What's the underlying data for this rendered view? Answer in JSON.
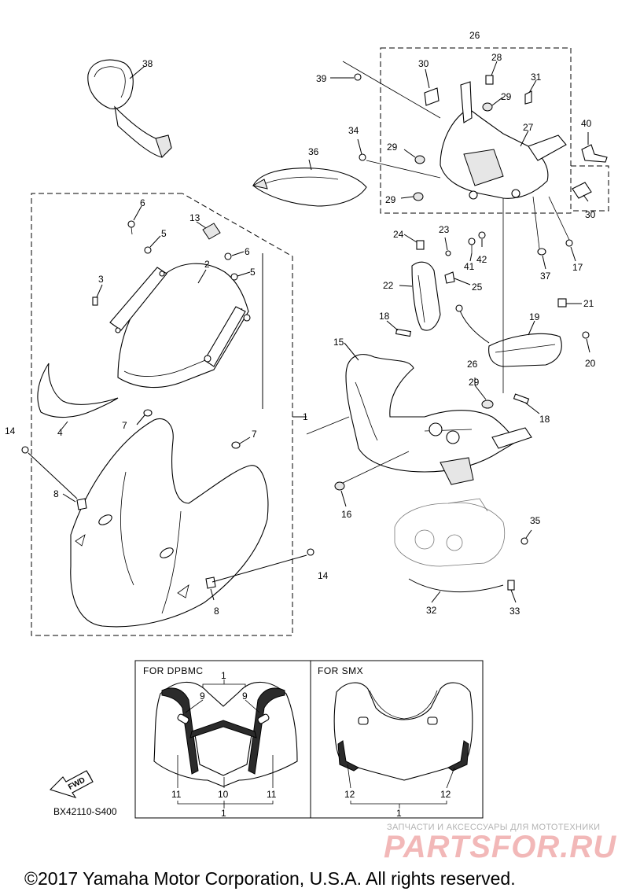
{
  "callouts": [
    {
      "id": "c38",
      "label": "38"
    },
    {
      "id": "c39",
      "label": "39"
    },
    {
      "id": "c30a",
      "label": "30"
    },
    {
      "id": "c28",
      "label": "28"
    },
    {
      "id": "c26a",
      "label": "26"
    },
    {
      "id": "c31",
      "label": "31"
    },
    {
      "id": "c29a",
      "label": "29"
    },
    {
      "id": "c27",
      "label": "27"
    },
    {
      "id": "c40",
      "label": "40"
    },
    {
      "id": "c34",
      "label": "34"
    },
    {
      "id": "c29b",
      "label": "29"
    },
    {
      "id": "c36",
      "label": "36"
    },
    {
      "id": "c29c",
      "label": "29"
    },
    {
      "id": "c30b",
      "label": "30"
    },
    {
      "id": "c6a",
      "label": "6"
    },
    {
      "id": "c13",
      "label": "13"
    },
    {
      "id": "c5a",
      "label": "5"
    },
    {
      "id": "c24",
      "label": "24"
    },
    {
      "id": "c23",
      "label": "23"
    },
    {
      "id": "c41",
      "label": "41"
    },
    {
      "id": "c42",
      "label": "42"
    },
    {
      "id": "c37",
      "label": "37"
    },
    {
      "id": "c17",
      "label": "17"
    },
    {
      "id": "c6b",
      "label": "6"
    },
    {
      "id": "c2",
      "label": "2"
    },
    {
      "id": "c5b",
      "label": "5"
    },
    {
      "id": "c3",
      "label": "3"
    },
    {
      "id": "c22",
      "label": "22"
    },
    {
      "id": "c25",
      "label": "25"
    },
    {
      "id": "c21",
      "label": "21"
    },
    {
      "id": "c18a",
      "label": "18"
    },
    {
      "id": "c19",
      "label": "19"
    },
    {
      "id": "c15",
      "label": "15"
    },
    {
      "id": "c20",
      "label": "20"
    },
    {
      "id": "c26b",
      "label": "26"
    },
    {
      "id": "c29d",
      "label": "29"
    },
    {
      "id": "c4",
      "label": "4"
    },
    {
      "id": "c1a",
      "label": "1"
    },
    {
      "id": "c7a",
      "label": "7"
    },
    {
      "id": "c18b",
      "label": "18"
    },
    {
      "id": "c14a",
      "label": "14"
    },
    {
      "id": "c7b",
      "label": "7"
    },
    {
      "id": "c8a",
      "label": "8"
    },
    {
      "id": "c16",
      "label": "16"
    },
    {
      "id": "c35",
      "label": "35"
    },
    {
      "id": "c14b",
      "label": "14"
    },
    {
      "id": "c8b",
      "label": "8"
    },
    {
      "id": "c32",
      "label": "32"
    },
    {
      "id": "c33",
      "label": "33"
    }
  ],
  "inset_dpbmc": {
    "title": "FOR DPBMC",
    "labels": [
      {
        "id": "d1t",
        "label": "1"
      },
      {
        "id": "d9l",
        "label": "9"
      },
      {
        "id": "d9r",
        "label": "9"
      },
      {
        "id": "d11l",
        "label": "11"
      },
      {
        "id": "d10",
        "label": "10"
      },
      {
        "id": "d11r",
        "label": "11"
      },
      {
        "id": "d1b",
        "label": "1"
      }
    ]
  },
  "inset_smx": {
    "title": "FOR SMX",
    "labels": [
      {
        "id": "s12l",
        "label": "12"
      },
      {
        "id": "s12r",
        "label": "12"
      },
      {
        "id": "s1b",
        "label": "1"
      }
    ]
  },
  "fwd_label": "FWD",
  "diagram_code": "BX42110-S400",
  "watermark": {
    "tagline": "ЗАПЧАСТИ И АКСЕССУАРЫ ДЛЯ МОТОТЕХНИКИ",
    "logo": "PARTSFOR.RU"
  },
  "copyright": "©2017 Yamaha Motor Corporation, U.S.A. All rights reserved."
}
